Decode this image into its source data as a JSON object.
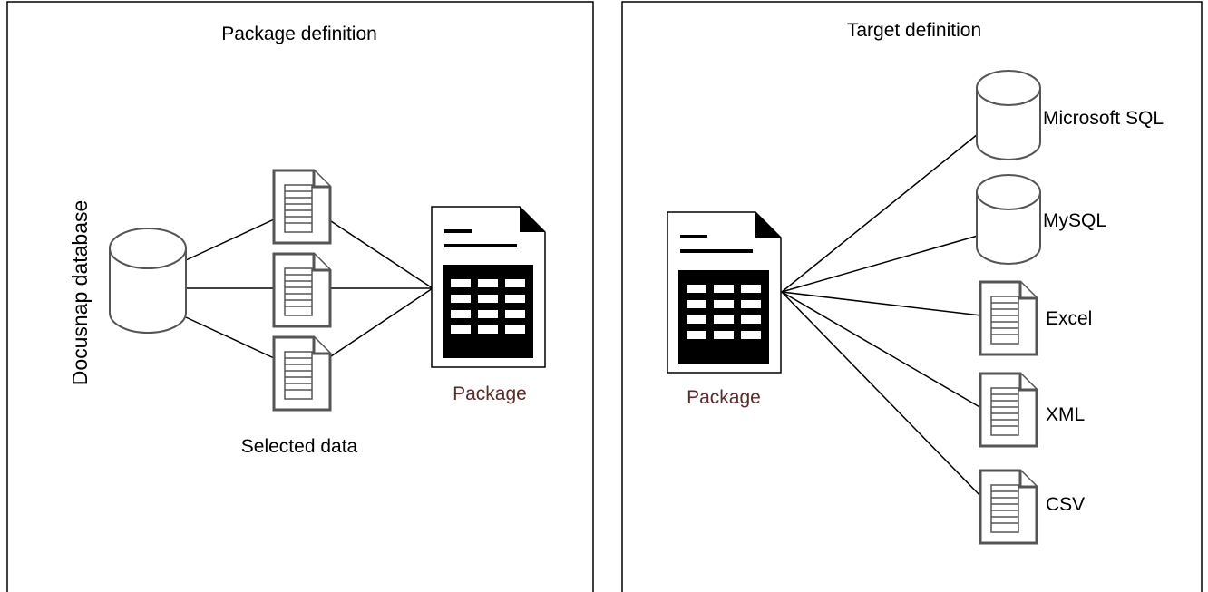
{
  "panels": {
    "left": {
      "title": "Package definition"
    },
    "right": {
      "title": "Target definition"
    }
  },
  "labels": {
    "database": "Docusnap database",
    "selected_data": "Selected data",
    "package_left": "Package",
    "package_right": "Package"
  },
  "targets": [
    {
      "label": "Microsoft SQL",
      "icon": "database-icon"
    },
    {
      "label": "MySQL",
      "icon": "database-icon"
    },
    {
      "label": "Excel",
      "icon": "document-icon"
    },
    {
      "label": "XML",
      "icon": "document-icon"
    },
    {
      "label": "CSV",
      "icon": "document-icon"
    }
  ],
  "colors": {
    "line": "#000000",
    "icon_stroke": "#555555",
    "package_label": "#5a2d2d"
  }
}
